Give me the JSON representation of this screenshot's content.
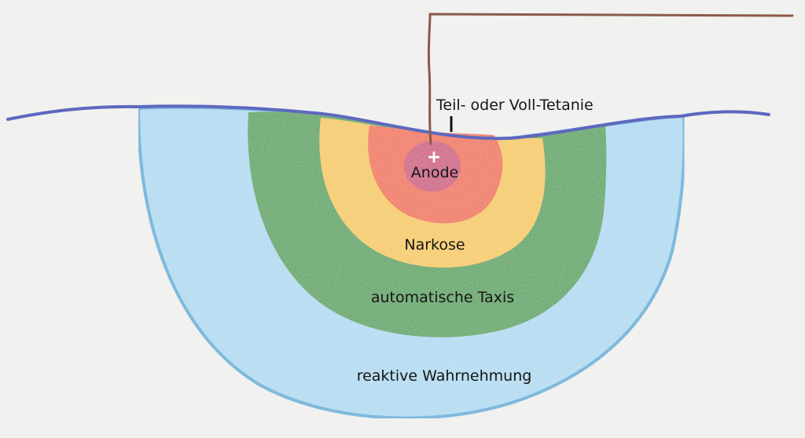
{
  "labels": {
    "tetany": "Teil- oder Voll-Tetanie",
    "plus": "+",
    "anode": "Anode",
    "narcosis": "Narkose",
    "taxis": "automatische Taxis",
    "perception": "reaktive Wahrnehmung"
  },
  "colors": {
    "background": "#f1f1ef",
    "outer_zone": "#a9d7f0",
    "outer_outline": "#3fa6d5",
    "green_zone": "#2f9a3c",
    "yellow_zone": "#f5c537",
    "red_zone": "#ef5a2c",
    "anode": "#c8326e",
    "water_line": "#5e68c0",
    "wire": "#8b5a4b"
  }
}
